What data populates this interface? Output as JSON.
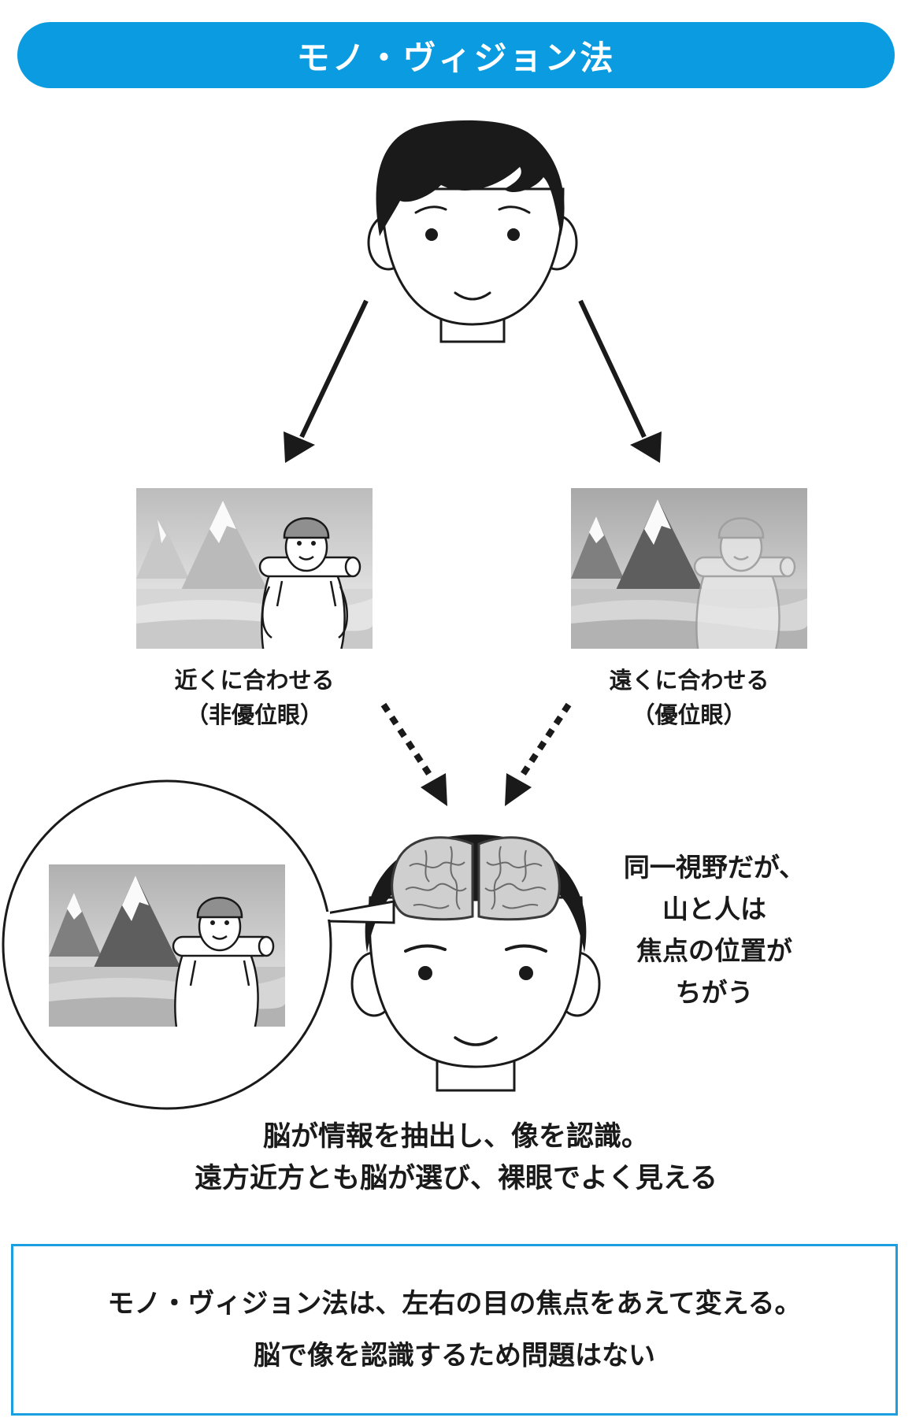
{
  "title": "モノ・ヴィジョン法",
  "left_view": {
    "line1": "近くに合わせる",
    "line2": "（非優位眼）"
  },
  "right_view": {
    "line1": "遠くに合わせる",
    "line2": "（優位眼）"
  },
  "note": [
    "同一視野だが、",
    "山と人は",
    "焦点の位置が",
    "ちがう"
  ],
  "summary": [
    "脳が情報を抽出し、像を認識。",
    "遠方近方とも脳が選び、裸眼でよく見える"
  ],
  "conclusion": [
    "モノ・ヴィジョン法は、左右の目の焦点をあえて変える。",
    "脳で像を認識するため問題はない"
  ],
  "colors": {
    "accent": "#0a9be0",
    "box_border": "#1aa0e0"
  }
}
